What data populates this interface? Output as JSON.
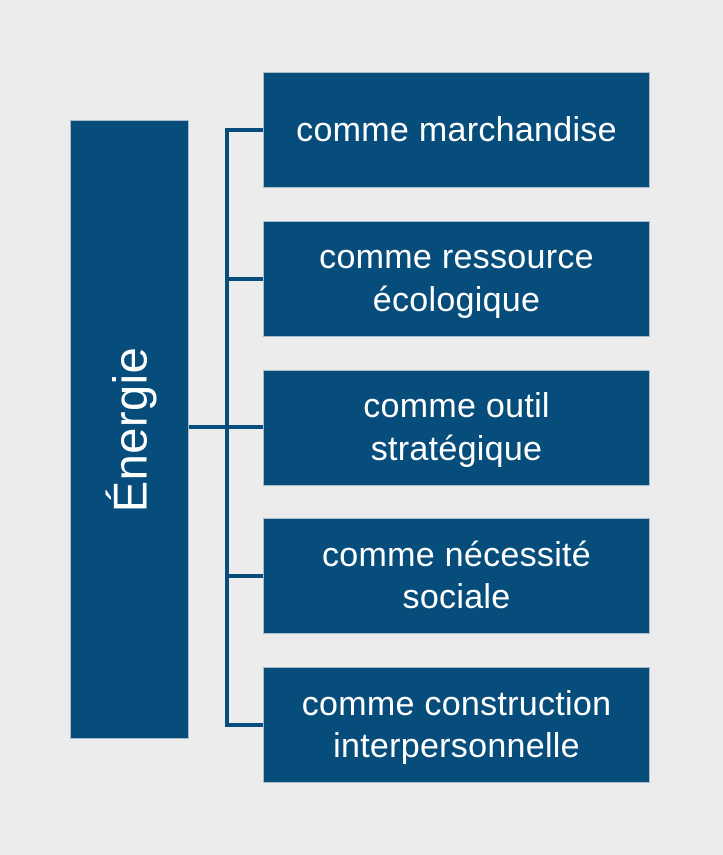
{
  "diagram": {
    "root": {
      "label": "Énergie"
    },
    "branches": [
      {
        "label": "comme marchandise"
      },
      {
        "label": "comme ressource écologique"
      },
      {
        "label": "comme outil stratégique"
      },
      {
        "label": "comme nécessité sociale"
      },
      {
        "label": "comme construction interpersonnelle"
      }
    ],
    "colors": {
      "background": "#ececec",
      "box_fill": "#074d7c",
      "box_border": "#a9bccb",
      "connector": "#074d7c",
      "text": "#ffffff"
    }
  }
}
